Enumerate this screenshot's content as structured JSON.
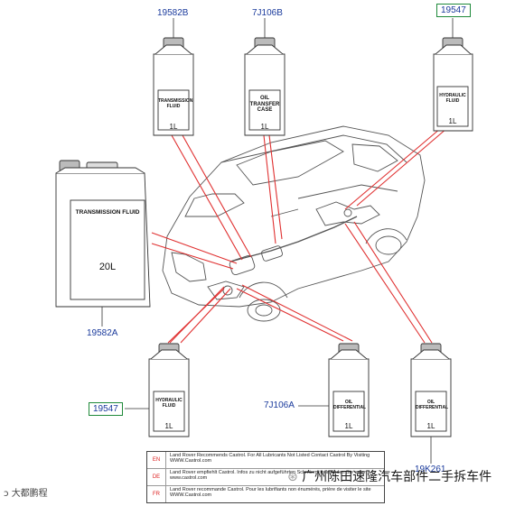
{
  "part_numbers": {
    "top_left": "19582B",
    "top_mid": "7J106B",
    "top_right": "19547",
    "big_can": "19582A",
    "bottom_left": "19547",
    "bottom_mid": "7J106A",
    "bottom_right": "19K261"
  },
  "bottles": {
    "transmission_small": {
      "label": "TRANSMISSION FLUID",
      "volume": "1L"
    },
    "oil_transfer_case": {
      "label_lines": [
        "OIL",
        "TRANSFER",
        "CASE"
      ],
      "volume": "1L"
    },
    "hydraulic_top": {
      "label": "HYDRAULIC FLUID",
      "volume": "1L"
    },
    "transmission_can": {
      "label": "TRANSMISSION FLUID",
      "volume": "20L"
    },
    "hydraulic_bottom": {
      "label": "HYDRAULIC FLUID",
      "volume": "1L"
    },
    "oil_diff_mid": {
      "label": "OIL DIFFERENTIAL",
      "volume": "1L"
    },
    "oil_diff_right": {
      "label": "OIL DIFFERENTIAL",
      "volume": "1L"
    }
  },
  "legend": [
    {
      "lang": "EN",
      "text": "Land Rover Recommends Castrol.  For All Lubricants Not Listed Contact Castrol By Visiting WWW.Castrol.com"
    },
    {
      "lang": "DE",
      "text": "Land Rover empfiehlt Castrol.  Infos zu nicht aufgeführten Schmiermitteln finden Sie unter www.castrol.com"
    },
    {
      "lang": "FR",
      "text": "Land Rover recommande Castrol. Pour les lubrifiants non énumérés, prière de visiter le site WWW.Castrol.com"
    }
  ],
  "watermark": {
    "left": "大都鹏程",
    "right": "广州陈田速隆汽车部件二手拆车件"
  },
  "colors": {
    "part_number_text": "#1a3a9c",
    "part_number_box": "#1f8a3a",
    "leader_line": "#e03030"
  }
}
